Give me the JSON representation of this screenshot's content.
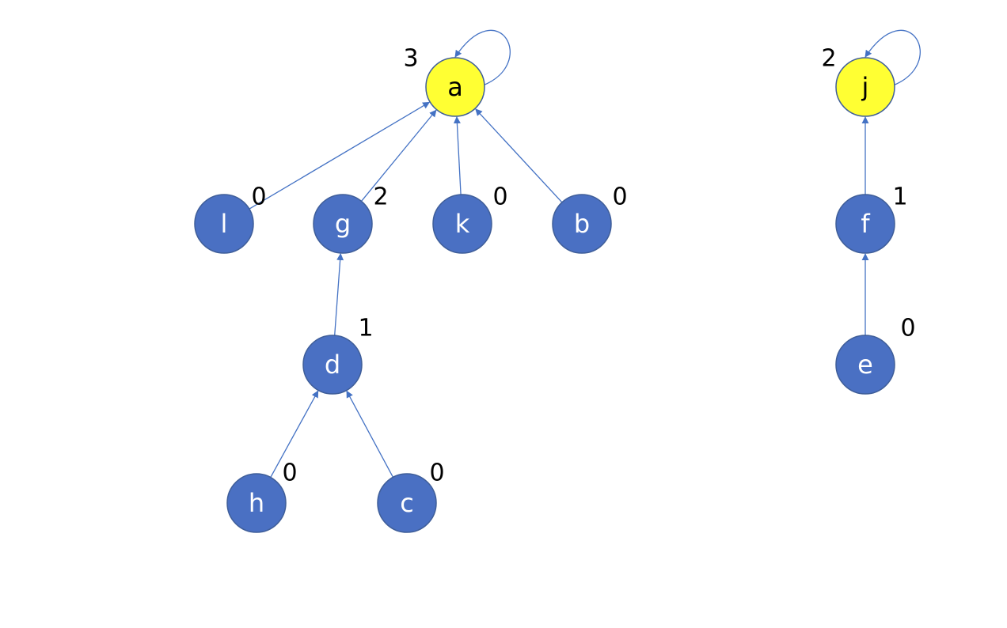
{
  "colors": {
    "node_fill": "#4a70c3",
    "root_fill": "#ffff33",
    "node_text": "#ffffff",
    "root_text": "#000000",
    "edge": "#4472c4"
  },
  "nodes": [
    {
      "id": "a",
      "label": "a",
      "rank": "3",
      "root": true
    },
    {
      "id": "l",
      "label": "l",
      "rank": "0",
      "root": false
    },
    {
      "id": "g",
      "label": "g",
      "rank": "2",
      "root": false
    },
    {
      "id": "k",
      "label": "k",
      "rank": "0",
      "root": false
    },
    {
      "id": "b",
      "label": "b",
      "rank": "0",
      "root": false
    },
    {
      "id": "d",
      "label": "d",
      "rank": "1",
      "root": false
    },
    {
      "id": "h",
      "label": "h",
      "rank": "0",
      "root": false
    },
    {
      "id": "c",
      "label": "c",
      "rank": "0",
      "root": false
    },
    {
      "id": "j",
      "label": "j",
      "rank": "2",
      "root": true
    },
    {
      "id": "f",
      "label": "f",
      "rank": "1",
      "root": false
    },
    {
      "id": "e",
      "label": "e",
      "rank": "0",
      "root": false
    }
  ],
  "edges": [
    {
      "from": "a",
      "to": "a"
    },
    {
      "from": "l",
      "to": "a"
    },
    {
      "from": "g",
      "to": "a"
    },
    {
      "from": "k",
      "to": "a"
    },
    {
      "from": "b",
      "to": "a"
    },
    {
      "from": "d",
      "to": "g"
    },
    {
      "from": "h",
      "to": "d"
    },
    {
      "from": "c",
      "to": "d"
    },
    {
      "from": "j",
      "to": "j"
    },
    {
      "from": "f",
      "to": "j"
    },
    {
      "from": "e",
      "to": "f"
    }
  ]
}
